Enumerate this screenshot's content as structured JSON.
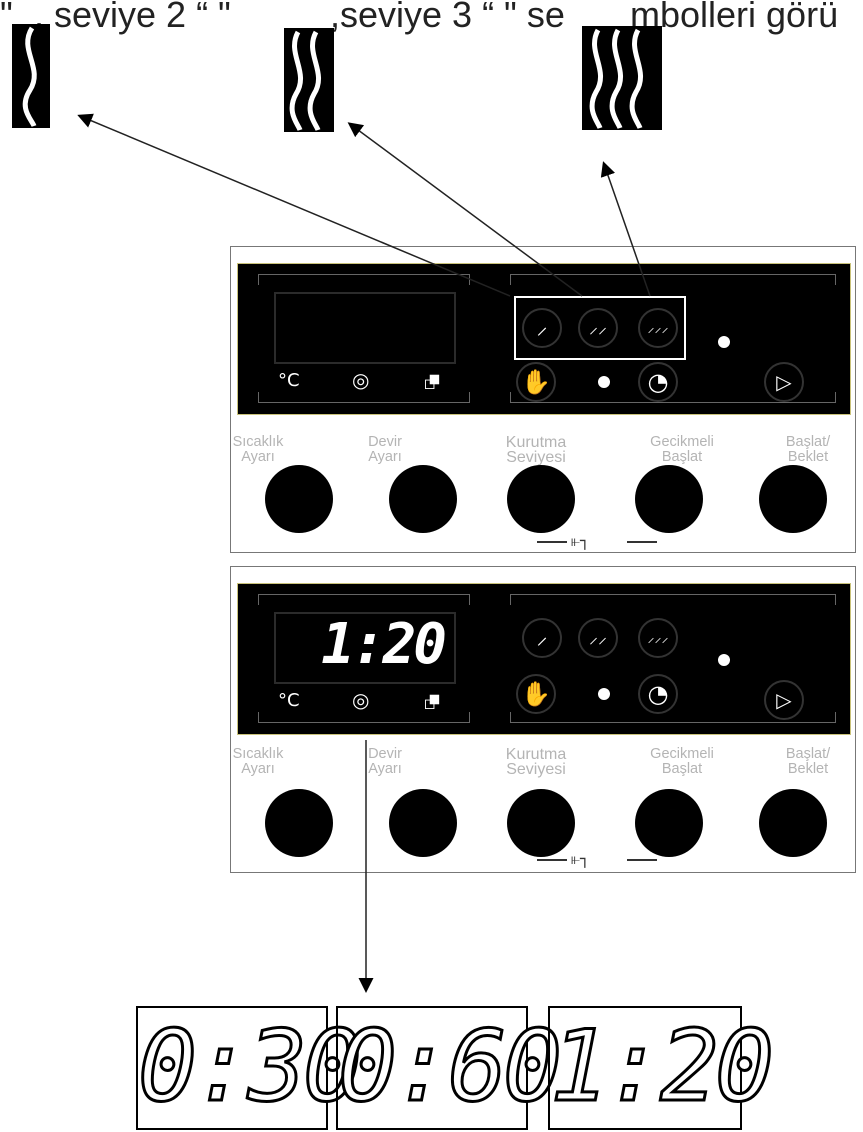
{
  "caption": {
    "part1": "\"",
    "part2": ", seviye 2 “ \"",
    "part3": ",seviye 3 “ \" se",
    "part4": "mbolleri görü"
  },
  "panel_top": {
    "display_value": "",
    "unit_celsius": "°C",
    "labels": [
      {
        "line1": "Sıcaklık",
        "line2": "Ayarı"
      },
      {
        "line1": "Devir",
        "line2": "Ayarı"
      },
      {
        "line1": "Kurutma",
        "line2": "Seviyesi"
      },
      {
        "line1": "Gecikmeli",
        "line2": "Başlat"
      },
      {
        "line1": "Başlat/",
        "line2": "Beklet"
      }
    ]
  },
  "panel_bottom": {
    "display_value": "1:20",
    "unit_celsius": "°C",
    "labels": [
      {
        "line1": "Sıcaklık",
        "line2": "Ayarı"
      },
      {
        "line1": "Devir",
        "line2": "Ayarı"
      },
      {
        "line1": "Kurutma",
        "line2": "Seviyesi"
      },
      {
        "line1": "Gecikmeli",
        "line2": "Başlat"
      },
      {
        "line1": "Başlat/",
        "line2": "Beklet"
      }
    ]
  },
  "time_options": [
    "0:30",
    "0:60",
    "1:20"
  ],
  "icons": {
    "drying_level_1": "steam-1-icon",
    "drying_level_2": "steam-2-icon",
    "drying_level_3": "steam-3-icon",
    "spin": "spin-icon",
    "delay": "delay-timer-icon",
    "hand_wash": "hand-wash-icon",
    "start_pause": "start-pause-icon",
    "child_lock": "key-icon"
  },
  "colors": {
    "panel_bg": "#000000",
    "panel_border": "#c9c27a",
    "label_gray": "#b4b4b4"
  }
}
